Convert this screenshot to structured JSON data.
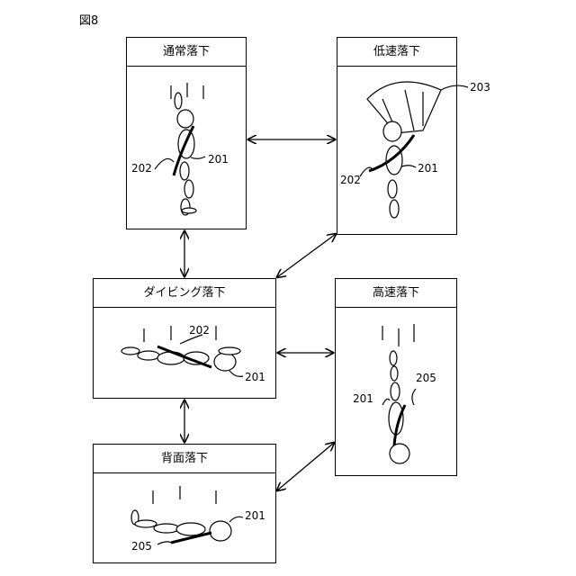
{
  "figure_label": "図8",
  "states": {
    "normal": "通常落下",
    "slow": "低速落下",
    "diving": "ダイビング落下",
    "fast": "高速落下",
    "back": "背面落下"
  },
  "refs": {
    "character": "201",
    "weapon": "202",
    "parachute": "203",
    "weapon_fast": "205"
  }
}
